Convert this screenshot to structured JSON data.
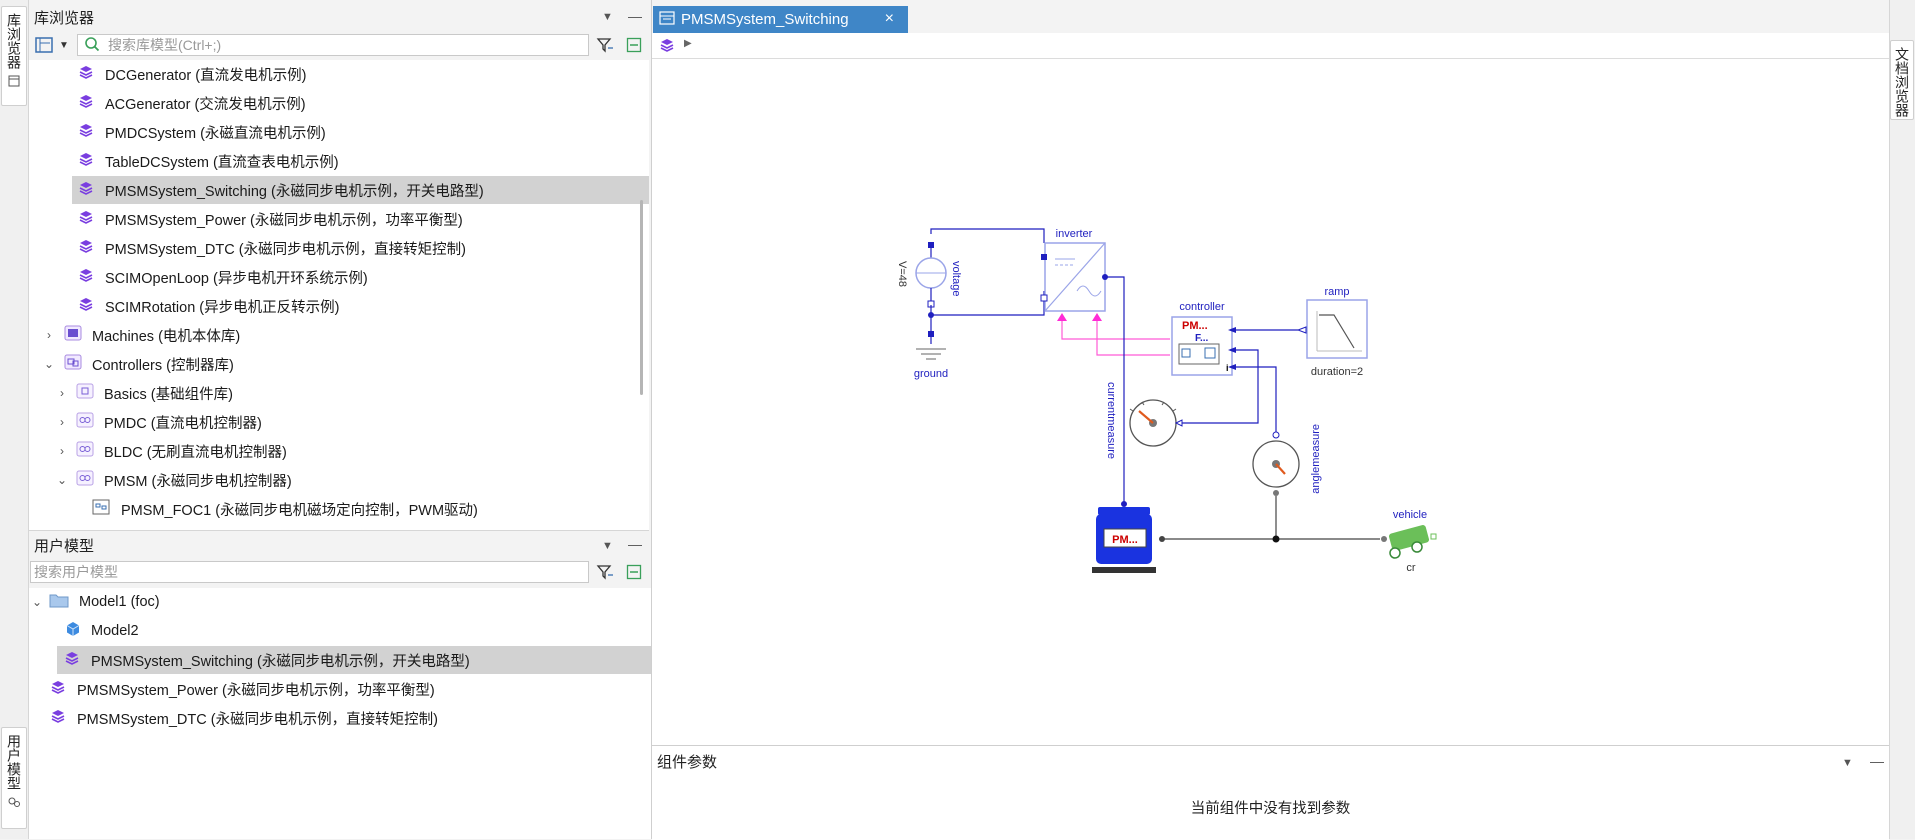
{
  "left_bar": {
    "library_tab": "库浏览器",
    "user_tab": "用户模型"
  },
  "right_bar": {
    "doc_tab": "文档浏览器"
  },
  "library": {
    "title": "库浏览器",
    "search_placeholder": "搜索库模型(Ctrl+;)",
    "items": [
      {
        "label": "DCGenerator (直流发电机示例)"
      },
      {
        "label": "ACGenerator (交流发电机示例)"
      },
      {
        "label": "PMDCSystem (永磁直流电机示例)"
      },
      {
        "label": "TableDCSystem (直流查表电机示例)"
      },
      {
        "label": "PMSMSystem_Switching (永磁同步电机示例，开关电路型)"
      },
      {
        "label": "PMSMSystem_Power (永磁同步电机示例，功率平衡型)"
      },
      {
        "label": "PMSMSystem_DTC (永磁同步电机示例，直接转矩控制)"
      },
      {
        "label": "SCIMOpenLoop (异步电机开环系统示例)"
      },
      {
        "label": "SCIMRotation (异步电机正反转示例)"
      },
      {
        "label": "Machines (电机本体库)"
      },
      {
        "label": "Controllers (控制器库)"
      },
      {
        "label": "Basics (基础组件库)"
      },
      {
        "label": "PMDC (直流电机控制器)"
      },
      {
        "label": "BLDC (无刷直流电机控制器)"
      },
      {
        "label": "PMSM (永磁同步电机控制器)"
      },
      {
        "label": "PMSM_FOC1 (永磁同步电机磁场定向控制，PWM驱动)"
      }
    ]
  },
  "user_models": {
    "title": "用户模型",
    "search_placeholder": "搜索用户模型",
    "items": [
      {
        "label": "Model1 (foc)"
      },
      {
        "label": "Model2"
      },
      {
        "label": "PMSMSystem_Switching (永磁同步电机示例，开关电路型)"
      },
      {
        "label": "PMSMSystem_Power (永磁同步电机示例，功率平衡型)"
      },
      {
        "label": "PMSMSystem_DTC (永磁同步电机示例，直接转矩控制)"
      }
    ]
  },
  "editor": {
    "tab_label": "PMSMSystem_Switching"
  },
  "diagram": {
    "inverter": "inverter",
    "voltage": "voltage",
    "voltage_param": "V=48",
    "ground": "ground",
    "controller": "controller",
    "controller_icon_a": "PM...",
    "controller_icon_b": "F...",
    "ramp": "ramp",
    "ramp_param": "duration=2",
    "currentmeasure": "currentmeasure",
    "anglemeasure": "anglemeasure",
    "motor_icon": "PM...",
    "vehicle": "vehicle",
    "vehicle_param": "cr"
  },
  "params": {
    "title": "组件参数",
    "empty": "当前组件中没有找到参数"
  },
  "colors": {
    "accent": "#3f86c7",
    "wire_blue": "#1f1fbf",
    "wire_magenta": "#ff5bd6",
    "motor_blue": "#1a33e0",
    "vehicle_green": "#6bbf59",
    "package_purple": "#7a3ee0"
  }
}
